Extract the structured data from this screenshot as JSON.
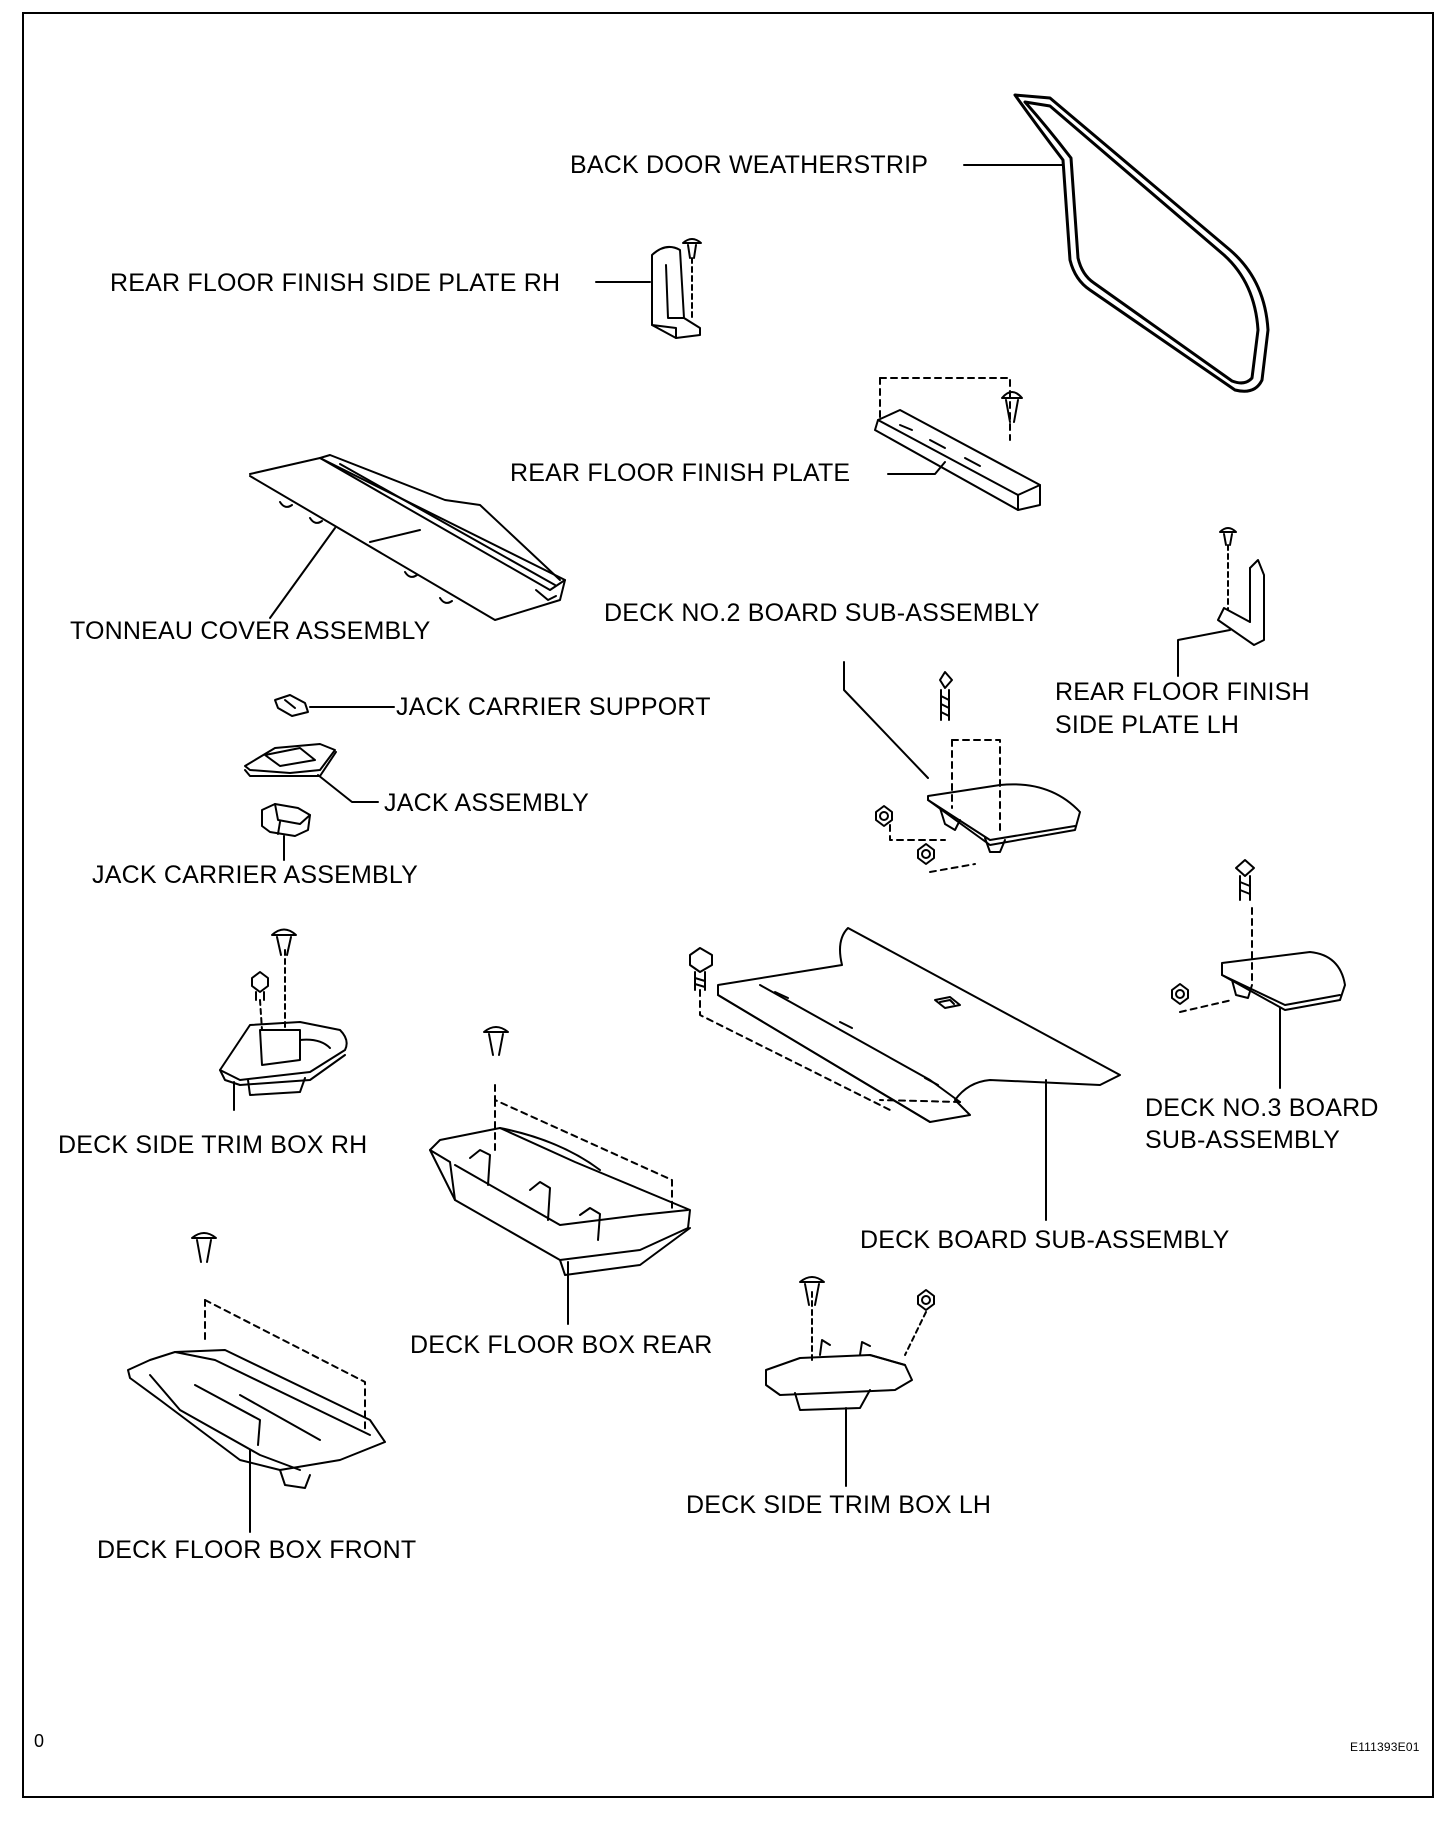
{
  "diagram": {
    "labels": {
      "back_door_weatherstrip": "BACK DOOR WEATHERSTRIP",
      "rear_floor_finish_side_plate_rh": "REAR FLOOR FINISH SIDE PLATE RH",
      "rear_floor_finish_plate": "REAR FLOOR FINISH PLATE",
      "tonneau_cover_assembly": "TONNEAU COVER ASSEMBLY",
      "deck_no2_board_sub_assembly": "DECK NO.2 BOARD SUB-ASSEMBLY",
      "rear_floor_finish_side_plate_lh_line1": "REAR FLOOR FINISH",
      "rear_floor_finish_side_plate_lh_line2": "SIDE PLATE LH",
      "jack_carrier_support": "JACK CARRIER SUPPORT",
      "jack_assembly": "JACK ASSEMBLY",
      "jack_carrier_assembly": "JACK CARRIER ASSEMBLY",
      "deck_side_trim_box_rh": "DECK SIDE TRIM BOX RH",
      "deck_no3_board_line1": "DECK NO.3 BOARD",
      "deck_no3_board_line2": "SUB-ASSEMBLY",
      "deck_board_sub_assembly": "DECK BOARD SUB-ASSEMBLY",
      "deck_floor_box_rear": "DECK FLOOR BOX REAR",
      "deck_floor_box_front": "DECK FLOOR BOX FRONT",
      "deck_side_trim_box_lh": "DECK SIDE TRIM BOX LH"
    },
    "corner_left": "0",
    "figure_id": "E111393E01"
  }
}
